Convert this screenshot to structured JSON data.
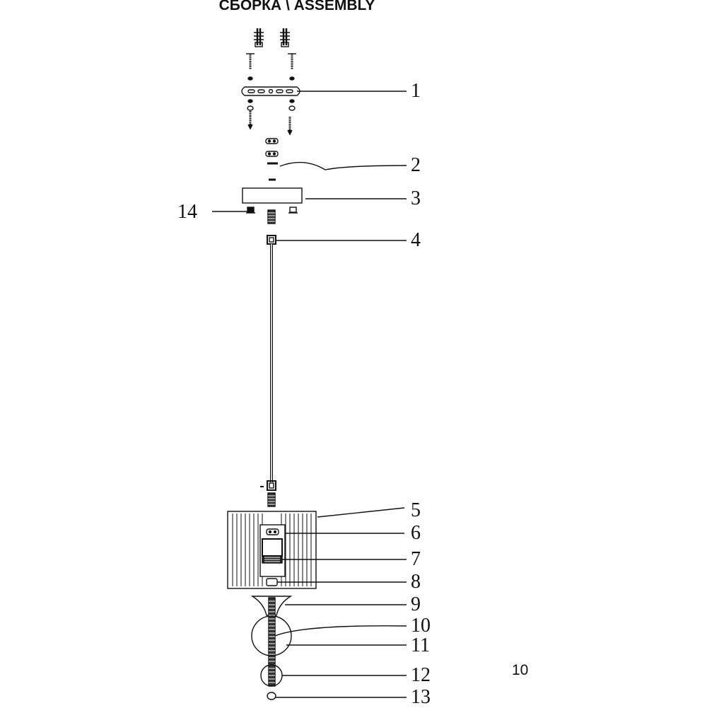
{
  "title": "СБОРКА \\ ASSEMBLY",
  "page_number": "10",
  "callouts": [
    "1",
    "2",
    "3",
    "4",
    "5",
    "6",
    "7",
    "8",
    "9",
    "10",
    "11",
    "12",
    "13",
    "14"
  ]
}
